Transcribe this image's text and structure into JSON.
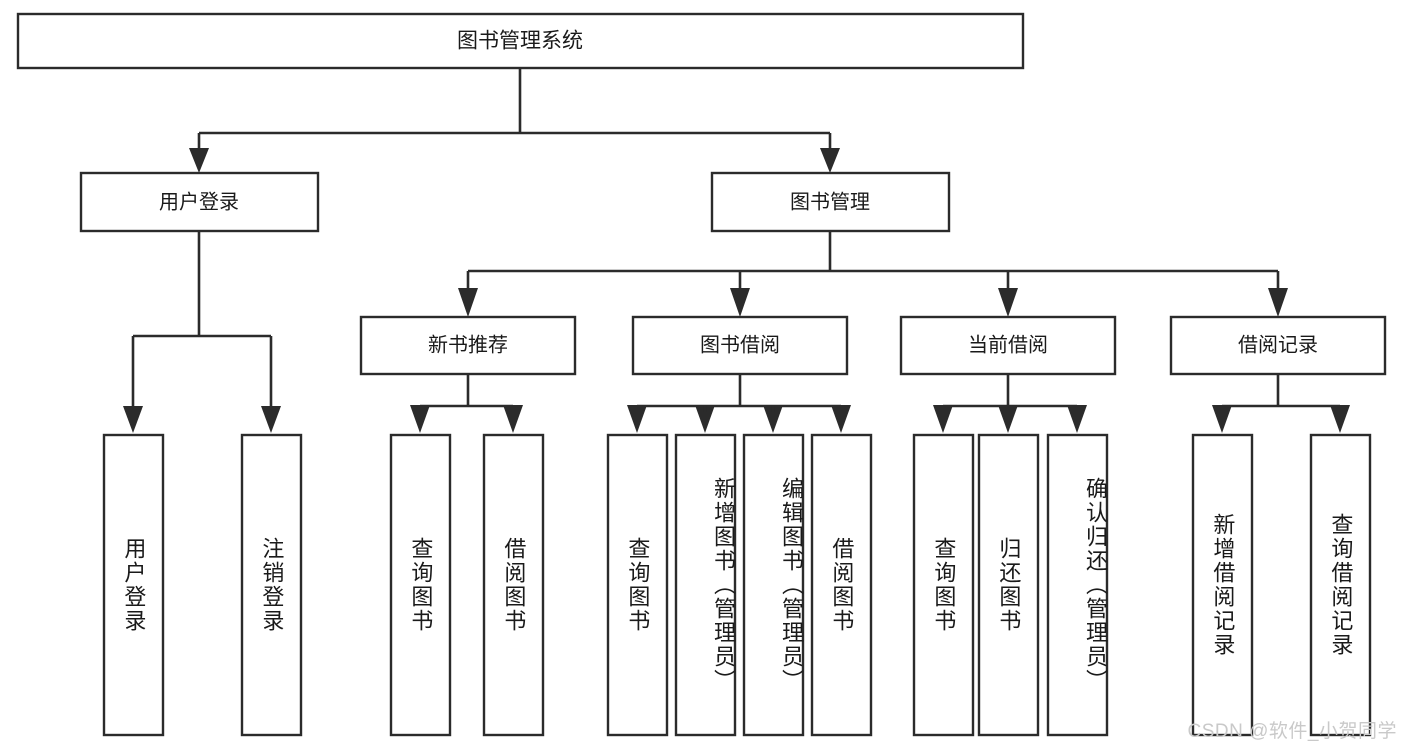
{
  "diagram": {
    "type": "tree-hierarchy",
    "title": "图书管理系统",
    "root": {
      "label": "图书管理系统"
    },
    "level1": [
      {
        "label": "用户登录"
      },
      {
        "label": "图书管理"
      }
    ],
    "level2": [
      {
        "label": "新书推荐"
      },
      {
        "label": "图书借阅"
      },
      {
        "label": "当前借阅"
      },
      {
        "label": "借阅记录"
      }
    ],
    "leaves_user_login": [
      {
        "label": "用户登录"
      },
      {
        "label": "注销登录"
      }
    ],
    "leaves_new_book": [
      {
        "label": "查询图书"
      },
      {
        "label": "借阅图书"
      }
    ],
    "leaves_book_borrow": [
      {
        "label": "查询图书"
      },
      {
        "label": "新增图书（管理员）"
      },
      {
        "label": "编辑图书（管理员）"
      },
      {
        "label": "借阅图书"
      }
    ],
    "leaves_current_borrow": [
      {
        "label": "查询图书"
      },
      {
        "label": "归还图书"
      },
      {
        "label": "确认归还（管理员）"
      }
    ],
    "leaves_borrow_record": [
      {
        "label": "新增借阅记录"
      },
      {
        "label": "查询借阅记录"
      }
    ],
    "colors": {
      "box_stroke": "#2b2b2b",
      "box_fill": "#ffffff",
      "connector": "#2b2b2b",
      "text": "#1a1a1a",
      "watermark": "#c9c9c9",
      "background": "#ffffff"
    }
  },
  "watermark": {
    "text": "CSDN @软件_小贺同学"
  }
}
